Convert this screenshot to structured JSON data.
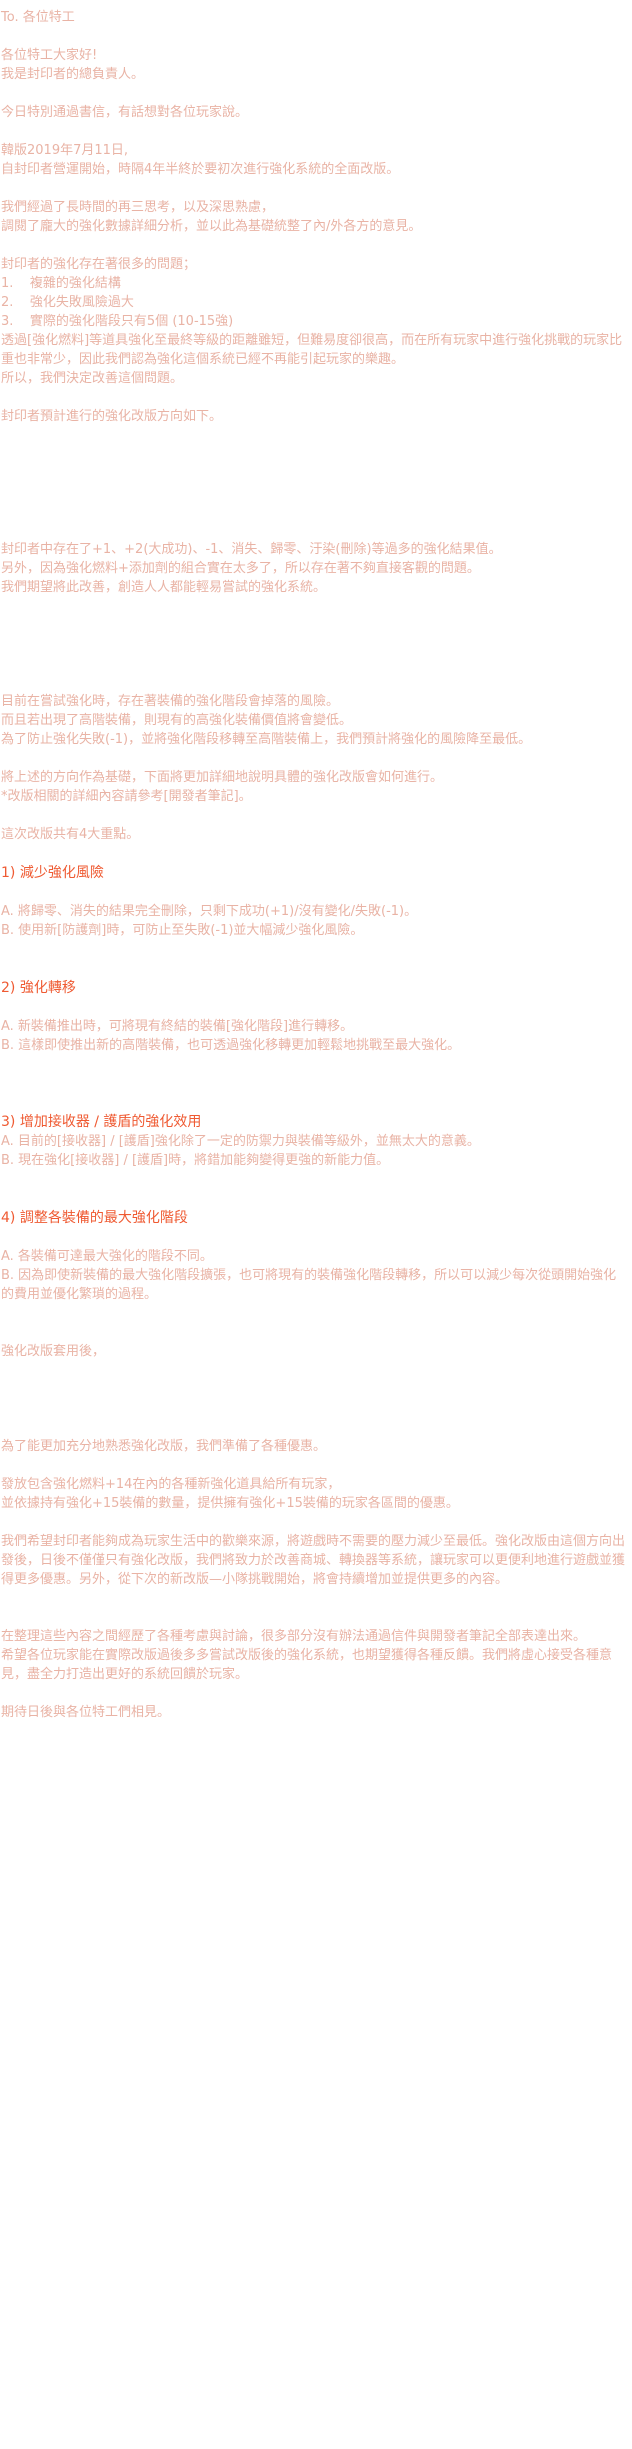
{
  "colors": {
    "body_text": "#e9b3a5",
    "heading": "#ef5a32",
    "background": "#ffffff"
  },
  "header": {
    "to": "To. 各位特工"
  },
  "intro": {
    "greeting": "各位特工大家好!",
    "self_intro": "我是封印者的總負責人。",
    "purpose": "今日特別通過書信，有話想對各位玩家說。",
    "history_1": "韓版2019年7月11日,",
    "history_2": "自封印者營運開始，時隔4年半終於要初次進行強化系統的全面改版。",
    "thought_1": "我們經過了長時間的再三思考，以及深思熟慮，",
    "thought_2": "調閱了龐大的強化數據詳細分析，並以此為基礎統整了內/外各方的意見。"
  },
  "problems": {
    "lead": "封印者的強化存在著很多的問題；",
    "items": [
      "1.    複雜的強化結構",
      "2.    強化失敗風險過大",
      "3.    實際的強化階段只有5個 (10-15強)"
    ],
    "explain_1": "透過[強化燃料]等道具強化至最終等級的距離雖短，但難易度卻很高，而在所有玩家中進行強化挑戰的玩家比重也非常少，因此我們認為強化這個系統已經不再能引起玩家的樂趣。",
    "explain_2": "所以，我們決定改善這個問題。",
    "direction": "封印者預計進行的強化改版方向如下。"
  },
  "section_a": {
    "line_1": "封印者中存在了+1、+2(大成功)、-1、消失、歸零、汙染(刪除)等過多的強化結果值。",
    "line_2": "另外，因為強化燃料+添加劑的組合實在太多了，所以存在著不夠直接客觀的問題。",
    "line_3": "我們期望將此改善，創造人人都能輕易嘗試的強化系統。"
  },
  "section_b": {
    "line_1": "目前在嘗試強化時，存在著裝備的強化階段會掉落的風險。",
    "line_2": "而且若出現了高階裝備，則現有的高強化裝備價值將會變低。",
    "line_3": "為了防止強化失敗(-1)，並將強化階段移轉至高階裝備上，我們預計將強化的風險降至最低。"
  },
  "section_c": {
    "line_1": "將上述的方向作為基礎，下面將更加詳細地說明具體的強化改版會如何進行。",
    "line_2": "*改版相關的詳細內容請參考[開發者筆記]。",
    "line_3": "這次改版共有4大重點。"
  },
  "points": [
    {
      "title": "1) 減少強化風險",
      "lines": [
        "A. 將歸零、消失的結果完全刪除，只剩下成功(+1)/沒有變化/失敗(-1)。",
        "B. 使用新[防護劑]時，可防止至失敗(-1)並大幅減少強化風險。"
      ]
    },
    {
      "title": "2) 強化轉移",
      "lines": [
        "A. 新裝備推出時，可將現有終結的裝備[強化階段]進行轉移。",
        "B. 這樣即使推出新的高階裝備，也可透過強化移轉更加輕鬆地挑戰至最大強化。"
      ]
    },
    {
      "title": "3) 增加接收器 / 護盾的強化效用",
      "lines": [
        "A. 目前的[接收器] / [護盾]強化除了一定的防禦力與裝備等級外，並無太大的意義。",
        "B. 現在強化[接收器] / [護盾]時，將錯加能夠變得更強的新能力值。"
      ]
    },
    {
      "title": "4) 調整各裝備的最大強化階段",
      "lines": [
        "A. 各裝備可達最大強化的階段不同。",
        "B. 因為即使新裝備的最大強化階段擴張，也可將現有的裝備強化階段轉移，所以可以減少每次從頭開始強化的費用並優化繁瑣的過程。"
      ]
    }
  ],
  "after": {
    "applied": "強化改版套用後，",
    "prep": "為了能更加充分地熟悉強化改版，我們準備了各種優惠。",
    "gift_1": "發放包含強化燃料+14在內的各種新強化道具給所有玩家，",
    "gift_2": "並依據持有強化+15裝備的數量，提供擁有強化+15裝備的玩家各區間的優惠。",
    "hope": "我們希望封印者能夠成為玩家生活中的歡樂來源，將遊戲時不需要的壓力減少至最低。強化改版由這個方向出發後，日後不僅僅只有強化改版，我們將致力於改善商城、轉換器等系統，讓玩家可以更便利地進行遊戲並獲得更多優惠。另外，從下次的新改版—小隊挑戰開始，將會持續增加並提供更多的內容。",
    "outro_1": "在整理這些內容之間經歷了各種考慮與討論，很多部分沒有辦法通過信件與開發者筆記全部表達出來。",
    "outro_2": "希望各位玩家能在實際改版過後多多嘗試改版後的強化系統，也期望獲得各種反饋。我們將虛心接受各種意見，盡全力打造出更好的系統回饋於玩家。",
    "closing": "期待日後與各位特工們相見。"
  }
}
